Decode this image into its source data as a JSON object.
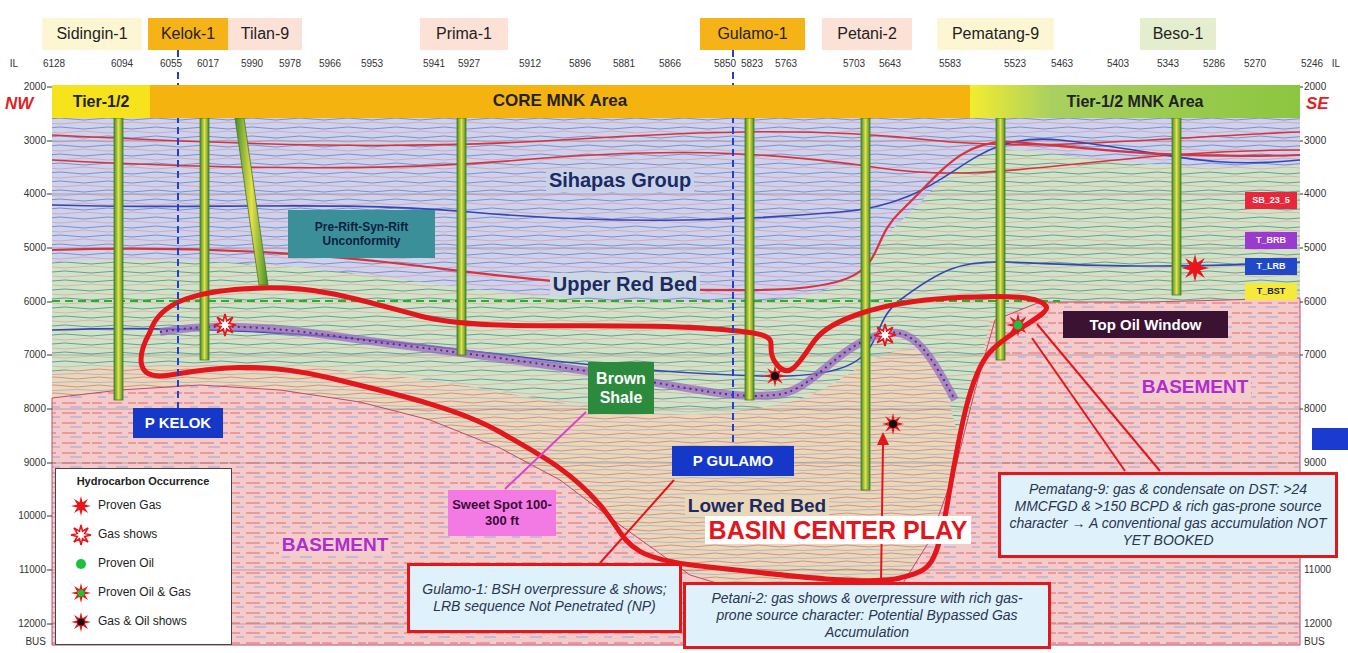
{
  "diagram": {
    "nodes": [
      {
        "text": [
          "Sidingin-1"
        ]
      },
      {
        "text": [
          "Kelok-1"
        ]
      },
      {
        "text": [
          "Tilan-9"
        ]
      },
      {
        "text": [
          "Prima-1"
        ]
      },
      {
        "text": [
          "Gulamo-1"
        ]
      },
      {
        "text": [
          "Petani-2"
        ]
      },
      {
        "text": [
          "Pematang-9"
        ]
      },
      {
        "text": [
          "Beso-1"
        ]
      },
      {
        "text": [
          "Tier-1/2"
        ]
      },
      {
        "text": [
          "CORE MNK Area"
        ]
      },
      {
        "text": [
          "Tier-1/2 MNK Area"
        ]
      },
      {
        "text": [
          "Pre-Rift-Syn-Rift Unconformity"
        ]
      },
      {
        "text": [
          "Top Oil Window"
        ]
      },
      {
        "text": [
          "Brown Shale"
        ]
      },
      {
        "text": [
          "P KELOK"
        ]
      },
      {
        "text": [
          "P GULAMO"
        ]
      },
      {
        "text": [
          "Sweet Spot 100-300 ft"
        ]
      },
      {
        "text": [
          "Gulamo-1: BSH overpressure & shows; LRB sequence Not Penetrated (NP)"
        ]
      },
      {
        "text": [
          "Petani-2: gas shows & overpressure with rich gas-prone source character: Potential Bypassed Gas Accumulation"
        ]
      },
      {
        "text": [
          "Pematang-9: gas & condensate on DST: >24 MMCFGD & >150 BCPD & rich gas-prone source character → A conventional gas accumulation NOT YET BOOKED"
        ]
      },
      {
        "text": [
          "SB_23_5"
        ]
      },
      {
        "text": [
          "T_BRB"
        ]
      },
      {
        "text": [
          "T_LRB"
        ]
      },
      {
        "text": [
          "T_BST"
        ]
      }
    ],
    "edges": [
      {
        "from": 1,
        "to": 14,
        "arrow": "none"
      },
      {
        "from": 4,
        "to": 15,
        "arrow": "none"
      }
    ],
    "labels": [
      "NW",
      "SE",
      "IL",
      "6128",
      "6094",
      "6055",
      "6017",
      "5990",
      "5978",
      "5966",
      "5953",
      "5941",
      "5927",
      "5912",
      "5896",
      "5881",
      "5866",
      "5850",
      "5823",
      "5763",
      "5703",
      "5643",
      "5583",
      "5523",
      "5463",
      "5403",
      "5343",
      "5286",
      "5270",
      "5246",
      "IL",
      "2000",
      "3000",
      "4000",
      "5000",
      "6000",
      "7000",
      "8000",
      "9000",
      "10000",
      "11000",
      "12000",
      "BUS",
      "2000",
      "3000",
      "4000",
      "5000",
      "6000",
      "7000",
      "8000",
      "9000",
      "11000",
      "12000",
      "BUS",
      "Sihapas Group",
      "Upper Red Bed",
      "Lower Red Bed",
      "BASEMENT",
      "BASEMENT",
      "BASIN CENTER PLAY",
      "Hydrocarbon Occurrence"
    ],
    "legend": [
      {
        "text": "Proven Gas"
      },
      {
        "text": "Gas shows"
      },
      {
        "text": "Proven Oil"
      },
      {
        "text": "Proven Oil & Gas"
      },
      {
        "text": "Gas & Oil shows"
      }
    ]
  }
}
